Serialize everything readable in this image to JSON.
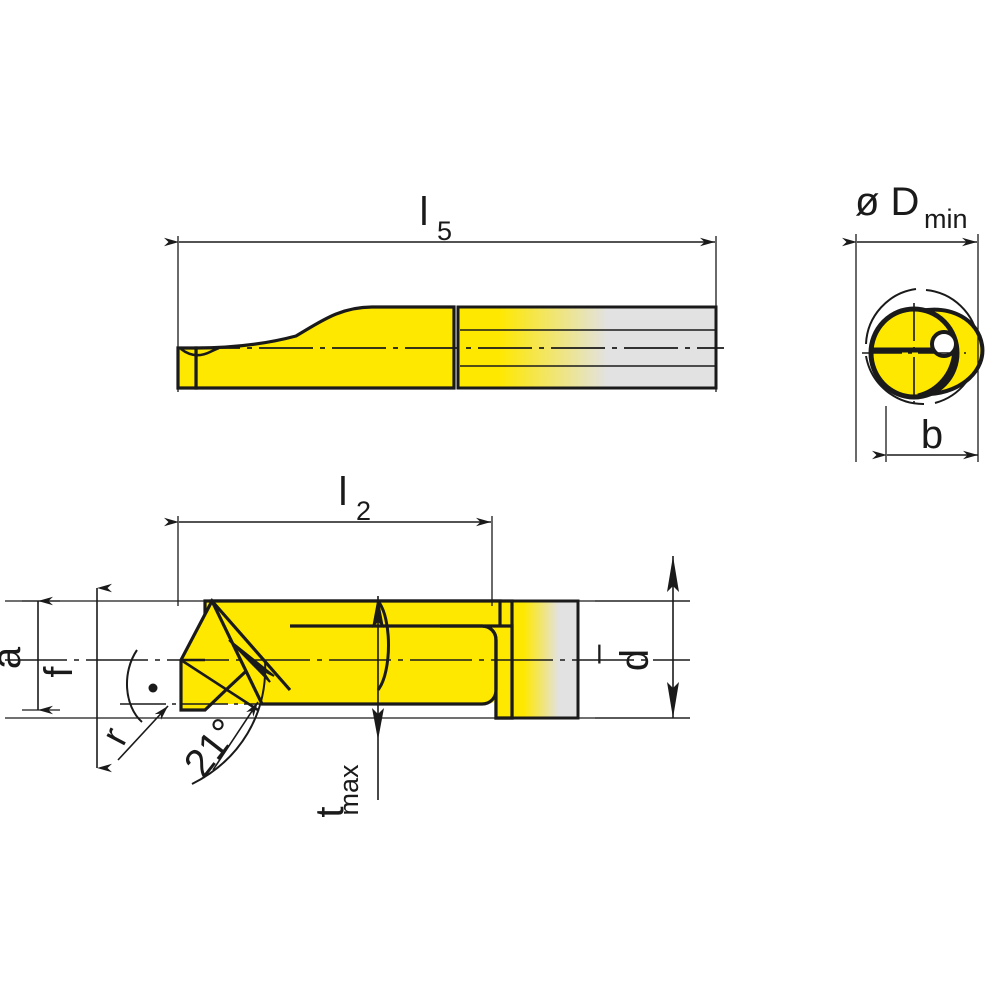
{
  "drawing": {
    "title": "Boring bar insert holder dimensional drawing",
    "type": "technical-engineering-drawing",
    "background_color": "#ffffff",
    "line_color": "#1a1a1a",
    "carbide_color": "#ffe800",
    "steel_color": "#e2e2e2",
    "gradient_from": "#ffe800",
    "gradient_to": "#e2e2e2"
  },
  "views": {
    "side_view": {
      "name": "side-elevation-view",
      "dimension_label": "l",
      "dimension_subscript": "5"
    },
    "end_view": {
      "name": "end-section-view",
      "diameter_symbol": "ø",
      "diameter_label": "D",
      "diameter_subscript": "min",
      "width_label": "b"
    },
    "top_view": {
      "name": "plan-view",
      "dimension_label": "l",
      "dimension_subscript": "2",
      "height_label_a": "a",
      "height_label_f": "f",
      "radius_label": "r",
      "angle_label": "21°",
      "depth_label": "t",
      "depth_subscript": "max",
      "thickness_label": "d",
      "thickness_prefix": "–"
    }
  },
  "labels": [
    {
      "id": "l5",
      "text": "l",
      "sub": "5",
      "view": "side-elevation-view"
    },
    {
      "id": "dmin",
      "text": "ø D",
      "sub": "min",
      "view": "end-section-view"
    },
    {
      "id": "b",
      "text": "b",
      "sub": "",
      "view": "end-section-view"
    },
    {
      "id": "l2",
      "text": "l",
      "sub": "2",
      "view": "plan-view"
    },
    {
      "id": "a",
      "text": "a",
      "sub": "",
      "view": "plan-view"
    },
    {
      "id": "f",
      "text": "f",
      "sub": "",
      "view": "plan-view"
    },
    {
      "id": "r",
      "text": "r",
      "sub": "",
      "view": "plan-view"
    },
    {
      "id": "angle",
      "text": "21°",
      "sub": "",
      "view": "plan-view"
    },
    {
      "id": "tmax",
      "text": "t",
      "sub": "max",
      "view": "plan-view"
    },
    {
      "id": "d",
      "text": "d",
      "sub": "",
      "view": "plan-view"
    }
  ]
}
